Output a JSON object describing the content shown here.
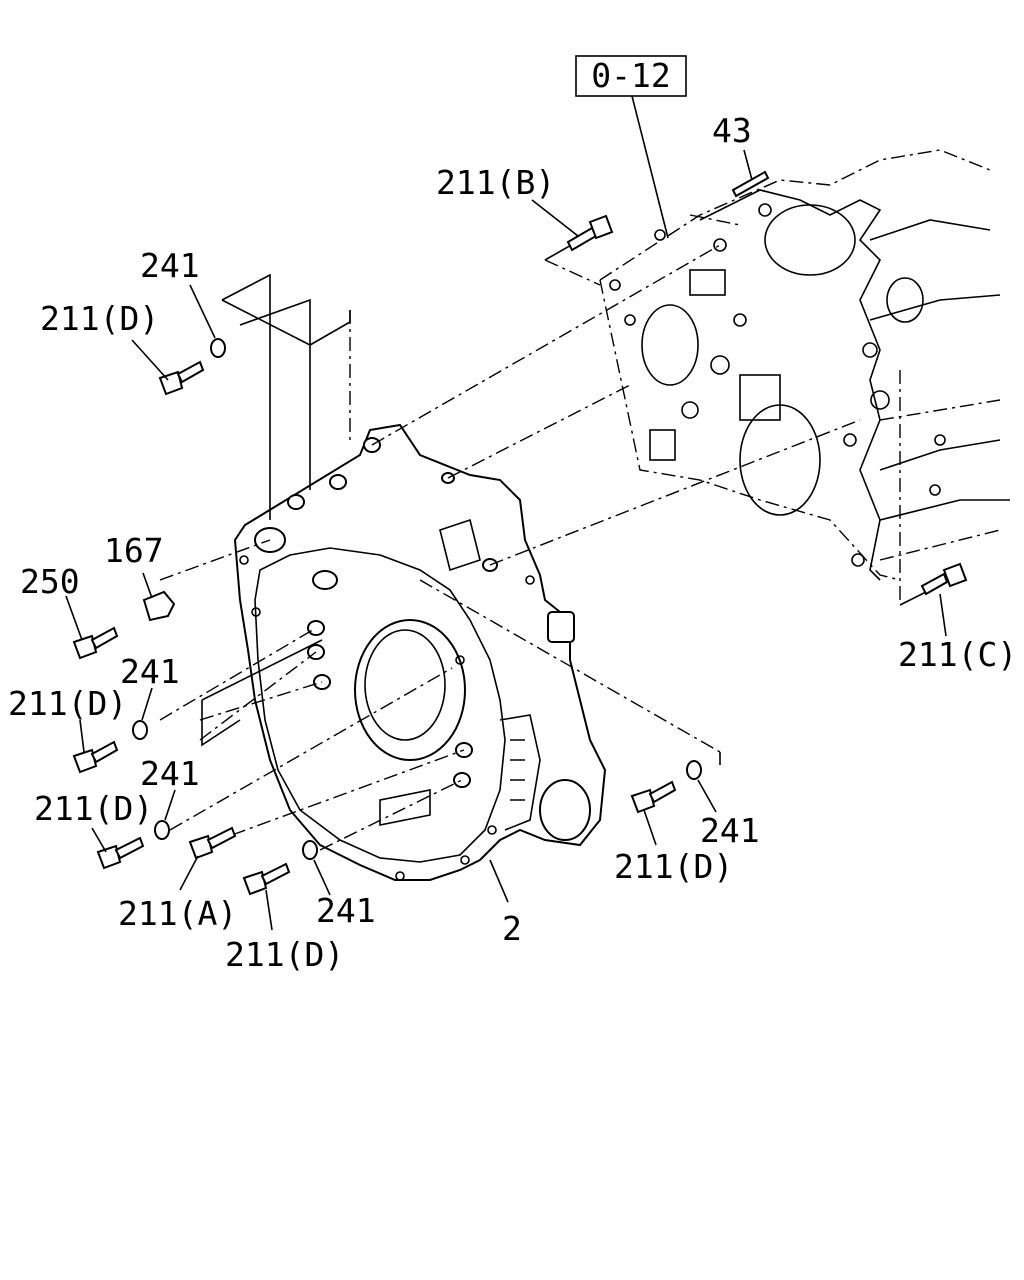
{
  "reference_box": "0-12",
  "labels": {
    "l43": "43",
    "l211b": "211(B)",
    "l241_top": "241",
    "l211d_top": "211(D)",
    "l167": "167",
    "l250": "250",
    "l241_mid": "241",
    "l211d_mid": "211(D)",
    "l241_mid2": "241",
    "l211d_mid2": "211(D)",
    "l211a": "211(A)",
    "l211d_bot": "211(D)",
    "l241_bot": "241",
    "l2": "2",
    "l211d_right": "211(D)",
    "l241_right": "241",
    "l211c": "211(C)"
  }
}
